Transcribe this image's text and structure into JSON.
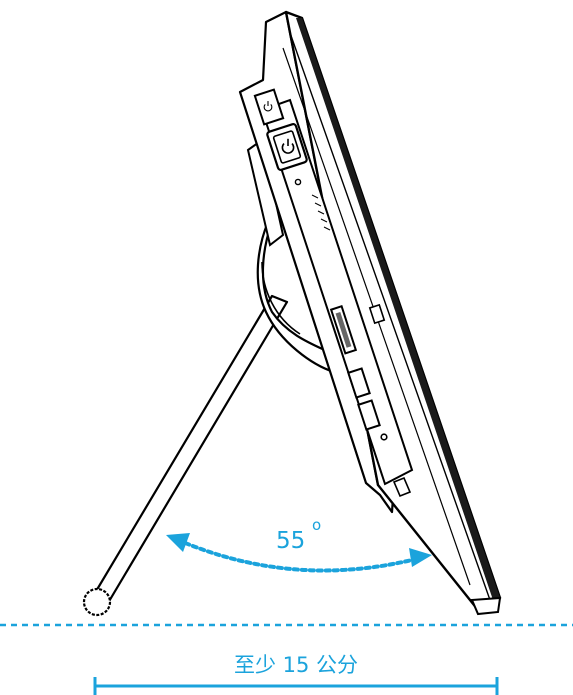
{
  "angle": {
    "value": "55",
    "unit": "o"
  },
  "distance_label": "至少 15 公分",
  "colors": {
    "accent": "#1ba3dc",
    "line": "#000000",
    "body_fill": "#ffffff",
    "screen_dark": "#1a1a1a",
    "detail_gray": "#666666"
  }
}
